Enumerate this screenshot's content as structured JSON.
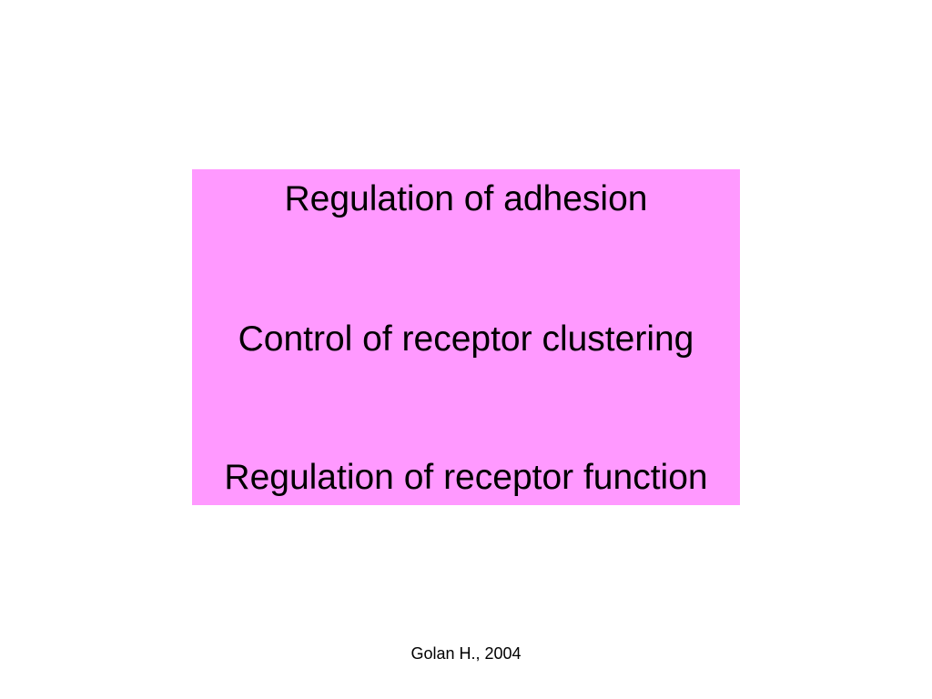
{
  "slide": {
    "box": {
      "background_color": "#ff99ff",
      "lines": [
        "Regulation of adhesion",
        "Control of receptor clustering",
        "Regulation of receptor function"
      ]
    },
    "citation": "Golan H., 2004"
  }
}
